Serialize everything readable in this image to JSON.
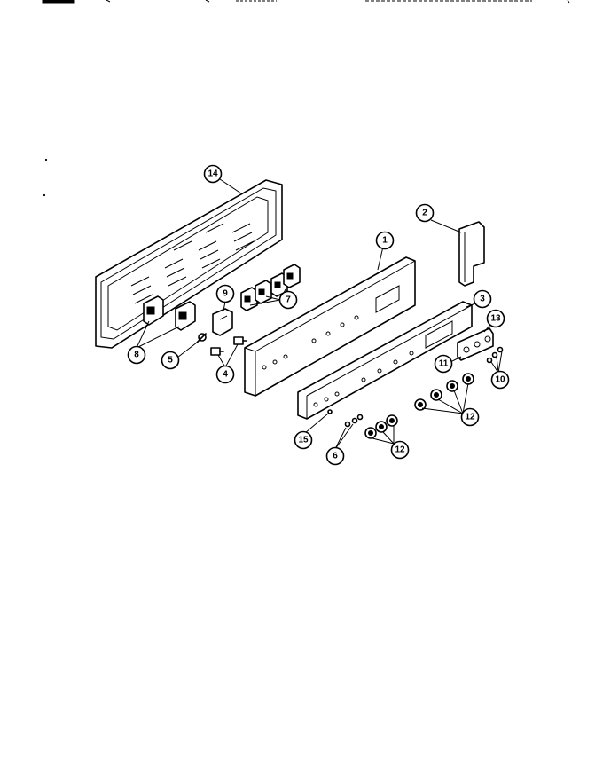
{
  "callouts": [
    {
      "label": "14"
    },
    {
      "label": "2"
    },
    {
      "label": "1"
    },
    {
      "label": "9"
    },
    {
      "label": "7"
    },
    {
      "label": "3"
    },
    {
      "label": "13"
    },
    {
      "label": "8"
    },
    {
      "label": "5"
    },
    {
      "label": "4"
    },
    {
      "label": "11"
    },
    {
      "label": "10"
    },
    {
      "label": "12"
    },
    {
      "label": "15"
    },
    {
      "label": "6"
    },
    {
      "label": "12"
    }
  ]
}
